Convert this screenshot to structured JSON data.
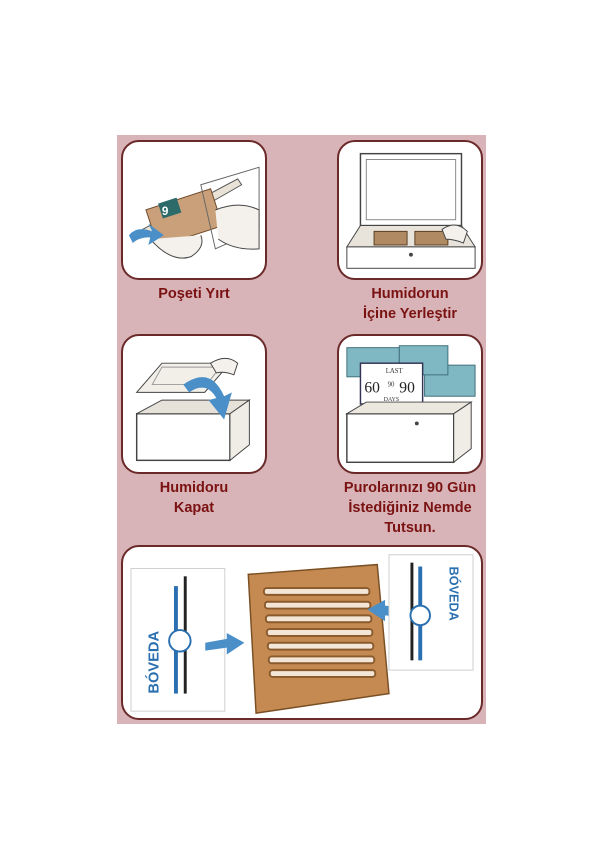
{
  "steps": [
    {
      "line1": "Poşeti Yırt",
      "line2": "",
      "line3": ""
    },
    {
      "line1": "Humidorun",
      "line2": "İçine Yerleştir",
      "line3": ""
    },
    {
      "line1": "Humidoru",
      "line2": "Kapat",
      "line3": ""
    },
    {
      "line1": "Purolarınızı 90 Gün",
      "line2": "İstediğiniz Nemde",
      "line3": "Tutsun."
    }
  ],
  "packet_label": "9",
  "calendar": {
    "top": "LAST",
    "left": "60",
    "mid": "90",
    "right": "90",
    "bottom": "DAYS"
  },
  "brand": {
    "left": "BÓVEDA",
    "right": "BÓVEDA"
  },
  "colors": {
    "background": "#d8b3b7",
    "border": "#6b2a2a",
    "caption": "#7a1212",
    "arrow": "#4a8fc8",
    "wood": "#c48a52"
  }
}
